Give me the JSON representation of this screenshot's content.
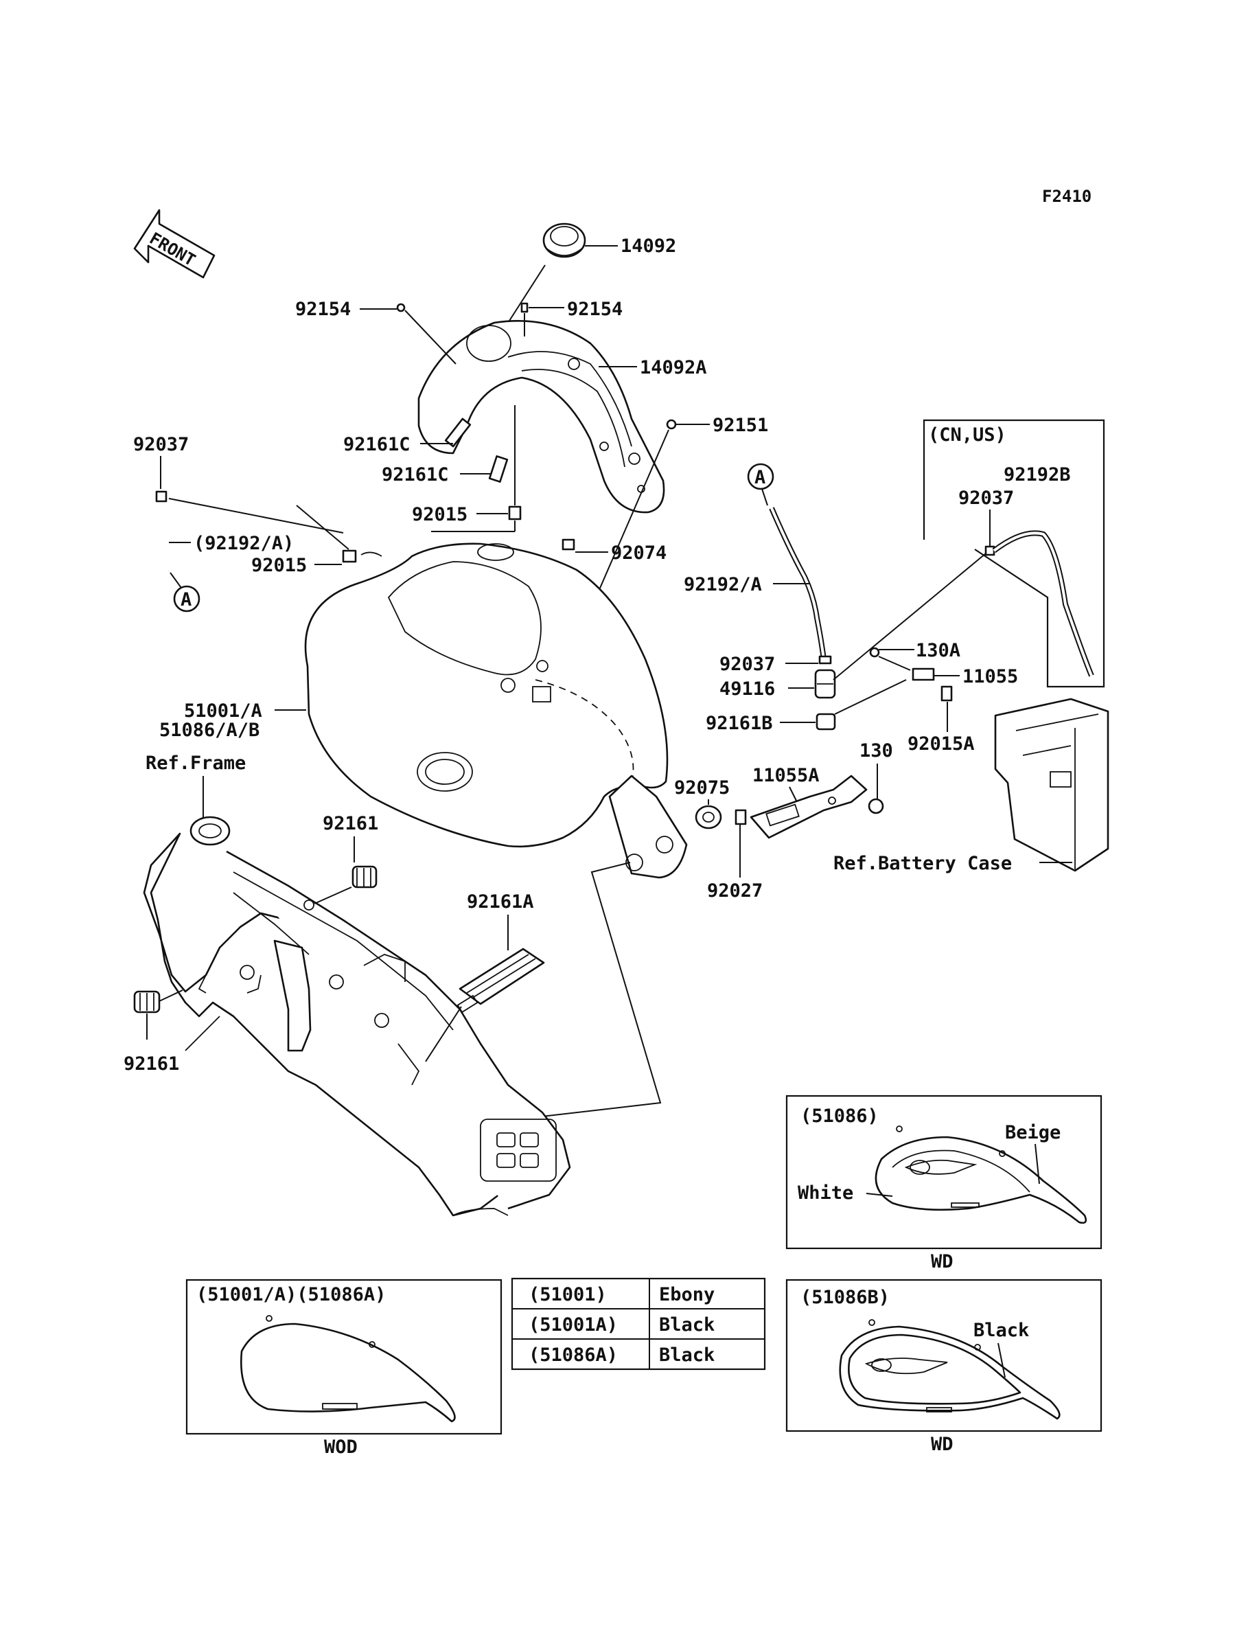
{
  "figure_code": "F2410",
  "front_arrow": "FRONT",
  "callouts": [
    {
      "id": "c1",
      "text": "14092"
    },
    {
      "id": "c2",
      "text": "92154"
    },
    {
      "id": "c3",
      "text": "92154"
    },
    {
      "id": "c4",
      "text": "14092A"
    },
    {
      "id": "c5",
      "text": "92151"
    },
    {
      "id": "c6",
      "text": "92037"
    },
    {
      "id": "c7",
      "text": "92161C"
    },
    {
      "id": "c8",
      "text": "92161C"
    },
    {
      "id": "c9",
      "text": "92015"
    },
    {
      "id": "c10",
      "text": "(92192/A)"
    },
    {
      "id": "c11",
      "text": "92015"
    },
    {
      "id": "c12",
      "text": "92074"
    },
    {
      "id": "c13",
      "text": "92192/A"
    },
    {
      "id": "c14",
      "text": "(CN,US)"
    },
    {
      "id": "c15",
      "text": "92192B"
    },
    {
      "id": "c16",
      "text": "92037"
    },
    {
      "id": "c17",
      "text": "130A"
    },
    {
      "id": "c18",
      "text": "11055"
    },
    {
      "id": "c19",
      "text": "92037"
    },
    {
      "id": "c20",
      "text": "49116"
    },
    {
      "id": "c21",
      "text": "92161B"
    },
    {
      "id": "c22",
      "text": "92015A"
    },
    {
      "id": "c23",
      "text": "51001/A"
    },
    {
      "id": "c24",
      "text": "51086/A/B"
    },
    {
      "id": "c25",
      "text": "Ref.Frame"
    },
    {
      "id": "c26",
      "text": "130"
    },
    {
      "id": "c27",
      "text": "11055A"
    },
    {
      "id": "c28",
      "text": "92075"
    },
    {
      "id": "c29",
      "text": "Ref.Battery Case"
    },
    {
      "id": "c30",
      "text": "92027"
    },
    {
      "id": "c31",
      "text": "92161"
    },
    {
      "id": "c32",
      "text": "92161A"
    },
    {
      "id": "c33",
      "text": "92161"
    }
  ],
  "connector_marks": [
    "A",
    "A"
  ],
  "inset_51086": {
    "title": "(51086)",
    "colors": [
      "Beige",
      "White"
    ],
    "finish": "WD"
  },
  "inset_51086b": {
    "title": "(51086B)",
    "colors": [
      "Black"
    ],
    "finish": "WD"
  },
  "inset_wod": {
    "title": "(51001/A)(51086A)",
    "finish": "WOD"
  },
  "color_table": {
    "rows": [
      {
        "code": "(51001)",
        "color": "Ebony"
      },
      {
        "code": "(51001A)",
        "color": "Black"
      },
      {
        "code": "(51086A)",
        "color": "Black"
      }
    ]
  }
}
